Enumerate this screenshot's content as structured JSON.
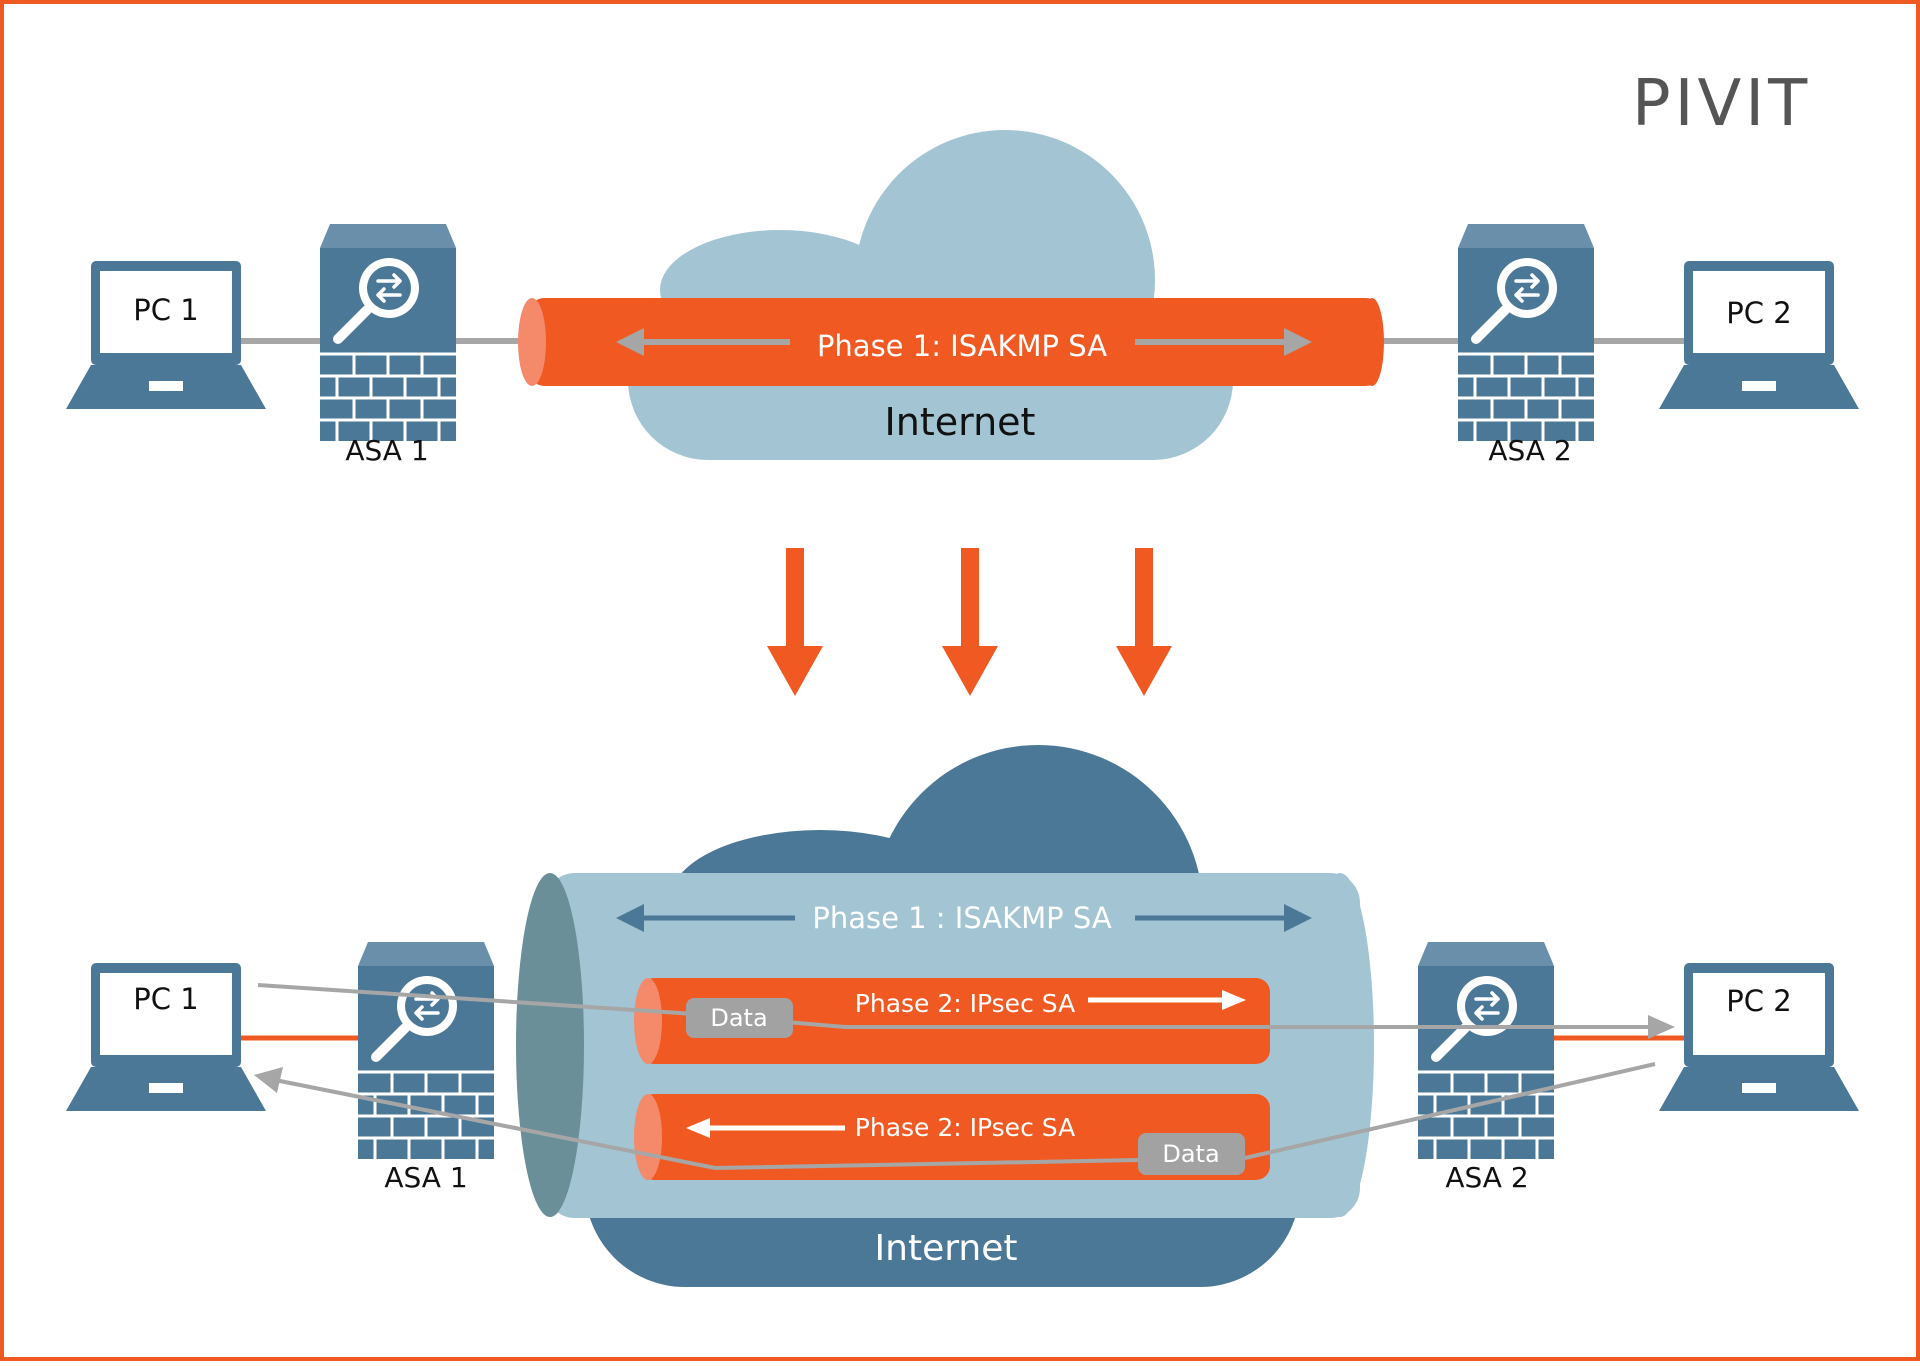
{
  "logo": {
    "text": "PIVIT"
  },
  "colors": {
    "orange": "#f05a22",
    "orange_light": "#f58a6a",
    "steel": "#4c7898",
    "steel_light": "#a3c5d3",
    "tube_end": "#6b8f99",
    "gray": "#a6a6a6",
    "data_tag": "#a2a2a2",
    "border": "#f05a22"
  },
  "top": {
    "pc_left": "PC 1",
    "pc_right": "PC 2",
    "asa_left": "ASA 1",
    "asa_right": "ASA 2",
    "tunnel_label": "Phase 1: ISAKMP SA",
    "cloud_label": "Internet"
  },
  "bottom": {
    "pc_left": "PC 1",
    "pc_right": "PC 2",
    "asa_left": "ASA 1",
    "asa_right": "ASA 2",
    "phase1_label": "Phase 1 : ISAKMP SA",
    "phase2_upper_label": "Phase 2: IPsec SA",
    "phase2_lower_label": "Phase 2: IPsec SA",
    "data_upper": "Data",
    "data_lower": "Data",
    "cloud_label": "Internet"
  },
  "icons": {
    "laptop": "laptop-icon",
    "firewall": "firewall-icon",
    "magnifier": "magnifier-exchange-icon",
    "cloud": "cloud-icon",
    "down_arrow": "down-arrow-icon"
  }
}
